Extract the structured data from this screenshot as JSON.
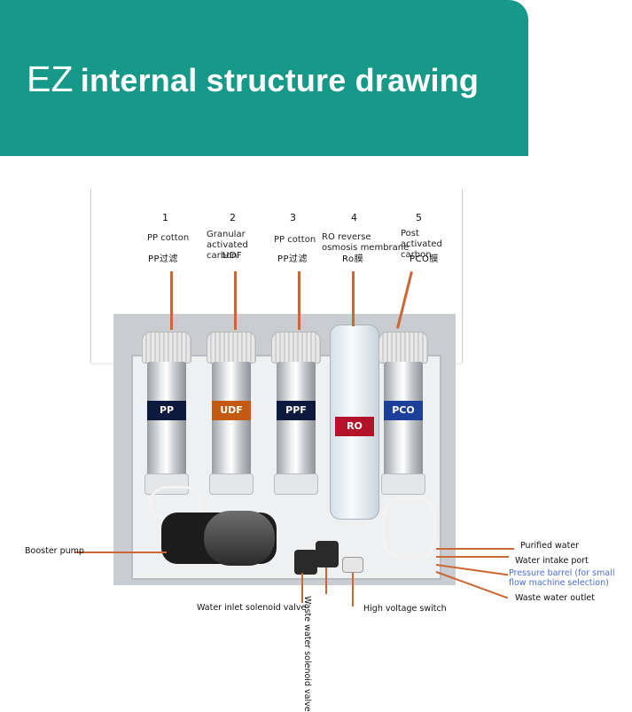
{
  "header": {
    "brand": "EZ",
    "title": "internal structure drawing"
  },
  "stages": [
    {
      "number": "1",
      "name": "PP cotton",
      "cn": "PP过滤",
      "band": "PP"
    },
    {
      "number": "2",
      "name": "Granular\nactivated carbon",
      "cn": "UDF",
      "band": "UDF"
    },
    {
      "number": "3",
      "name": "PP cotton",
      "cn": "PP过滤",
      "band": "PPF"
    },
    {
      "number": "4",
      "name": "RO reverse\nosmosis membrane",
      "cn": "Ro膜",
      "band": "RO"
    },
    {
      "number": "5",
      "name": "Post activated\ncarbon",
      "cn": "PCO膜",
      "band": "PCO"
    }
  ],
  "annotations": {
    "booster_pump": "Booster pump",
    "water_inlet_solenoid": "Water inlet solenoid valve",
    "waste_water_solenoid": "Waste water solenoid valve",
    "high_voltage_switch": "High voltage switch",
    "purified_water": "Purified water",
    "water_intake_port": "Water intake port",
    "pressure_barrel": "Pressure barrel (for small flow machine selection)",
    "waste_water_outlet": "Waste water outlet"
  },
  "colors": {
    "banner": "#17998a",
    "leader_line": "#cc6633",
    "blue_note": "#4a6fcf"
  }
}
